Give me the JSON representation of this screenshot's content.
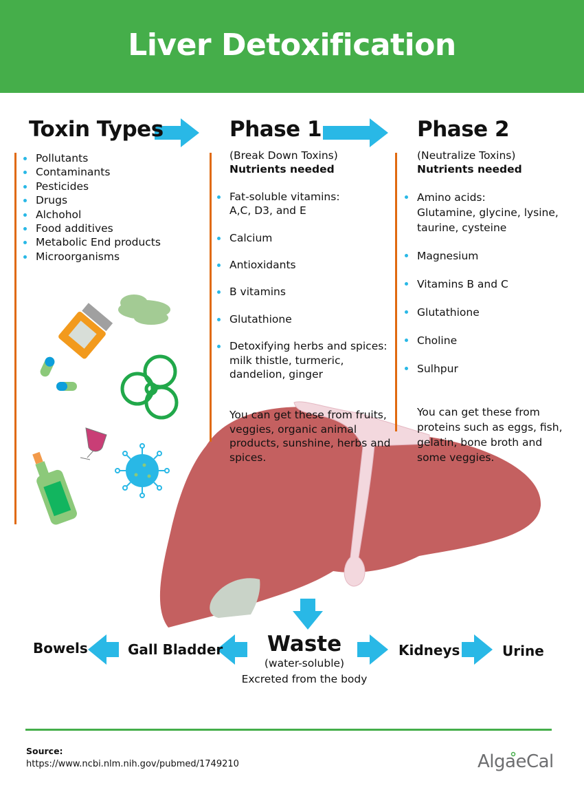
{
  "title": "Liver Detoxification",
  "toxins": {
    "heading": "Toxin Types",
    "items": [
      "Pollutants",
      "Contaminants",
      "Pesticides",
      "Drugs",
      "Alchohol",
      "Food additives",
      "Metabolic End products",
      "Microorganisms"
    ]
  },
  "phase1": {
    "heading": "Phase 1",
    "subtitle": "(Break Down Toxins)",
    "nutrients_label": "Nutrients needed",
    "items": [
      "Fat-soluble vitamins:\nA,C, D3, and E",
      "Calcium",
      "Antioxidants",
      "B vitamins",
      "Glutathione",
      "Detoxifying herbs and spices: milk thistle, turmeric, dandelion, ginger"
    ],
    "note": "You can get these from fruits, veggies, organic animal products, sunshine, herbs and spices."
  },
  "phase2": {
    "heading": "Phase 2",
    "subtitle": "(Neutralize Toxins)",
    "nutrients_label": "Nutrients needed",
    "items": [
      "Amino acids:\nGlutamine, glycine, lysine, taurine, cysteine",
      "Magnesium",
      "Vitamins B and C",
      "Glutathione",
      "Choline",
      "Sulhpur"
    ],
    "note": "You can get these from proteins such as eggs, fish, gelatin, bone broth and some veggies."
  },
  "flow": {
    "waste": "Waste",
    "waste_sub": "(water-soluble)",
    "excreted": "Excreted from the body",
    "gall": "Gall Bladder",
    "bowels": "Bowels",
    "kidneys": "Kidneys",
    "urine": "Urine"
  },
  "footer": {
    "source_label": "Source:",
    "source_url": "https://www.ncbi.nlm.nih.gov/pubmed/1749210",
    "logo": "AlgaeCal"
  },
  "colors": {
    "green": "#45ae4a",
    "arrow": "#29b8e6",
    "orange": "#e06a10",
    "liver": "#c46060"
  }
}
